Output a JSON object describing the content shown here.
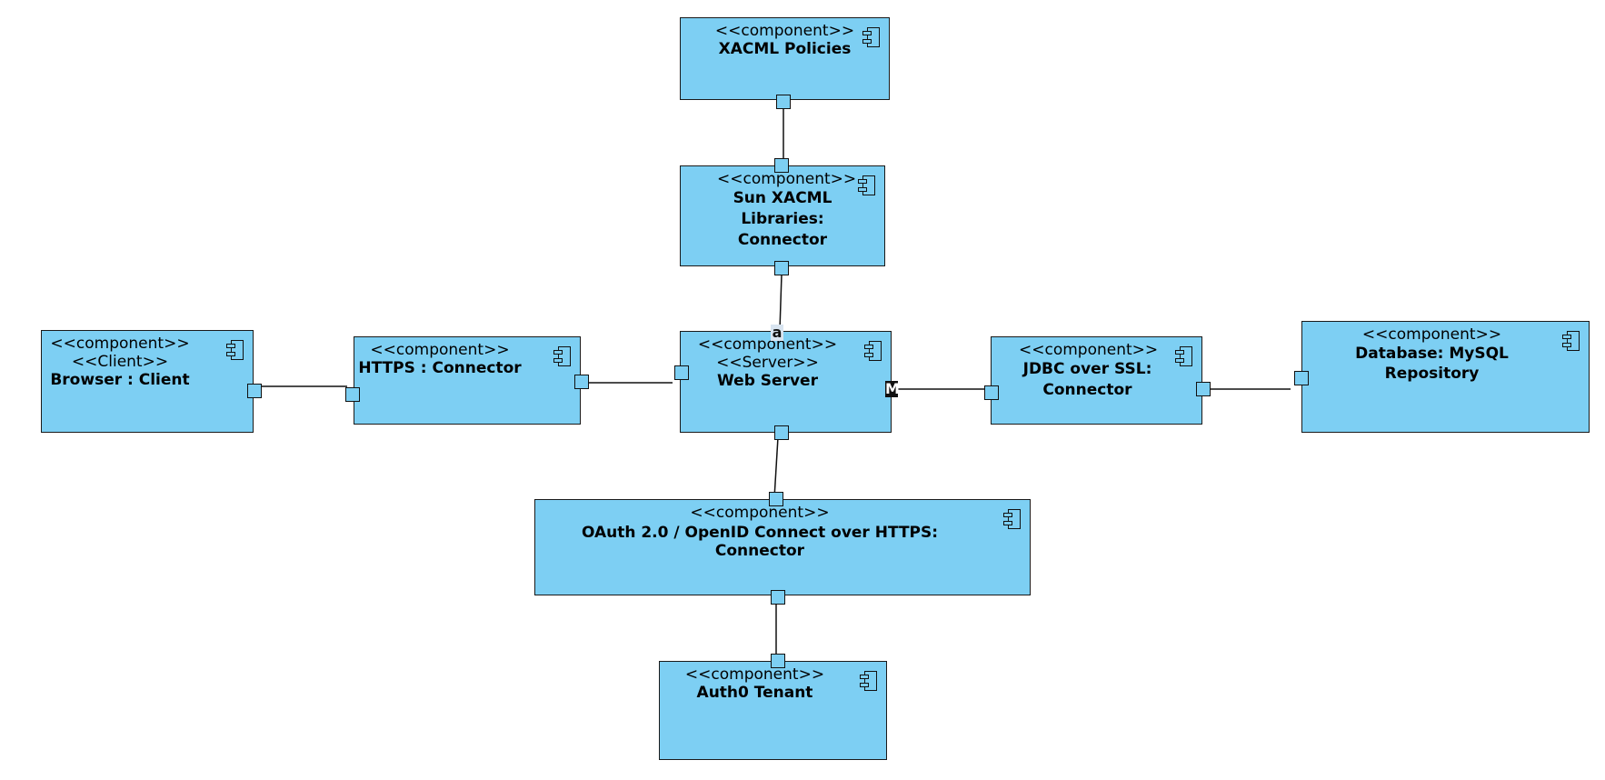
{
  "components": {
    "xacml_policies": {
      "stereotype": "<<component>>",
      "name": "XACML Policies"
    },
    "sun_xacml": {
      "stereotype": "<<component>>",
      "name": "Sun XACML Libraries: Connector"
    },
    "browser": {
      "stereotype": "<<component>>",
      "stereotype2": "<<Client>>",
      "name": "Browser : Client"
    },
    "https_connector": {
      "stereotype": "<<component>>",
      "name": "HTTPS : Connector"
    },
    "web_server": {
      "stereotype": "<<component>>",
      "stereotype2": "<<Server>>",
      "name": "Web Server"
    },
    "jdbc": {
      "stereotype": "<<component>>",
      "name": "JDBC over SSL: Connector"
    },
    "database": {
      "stereotype": "<<component>>",
      "name": "Database: MySQL Repository"
    },
    "oauth": {
      "stereotype": "<<component>>",
      "name": "OAuth 2.0 / OpenID Connect over HTTPS: Connector"
    },
    "auth0": {
      "stereotype": "<<component>>",
      "name": "Auth0 Tenant"
    }
  },
  "markers": {
    "top": "a",
    "right": "M"
  },
  "colors": {
    "component_fill": "#7dcff3",
    "outline": "#1a1a1a"
  }
}
